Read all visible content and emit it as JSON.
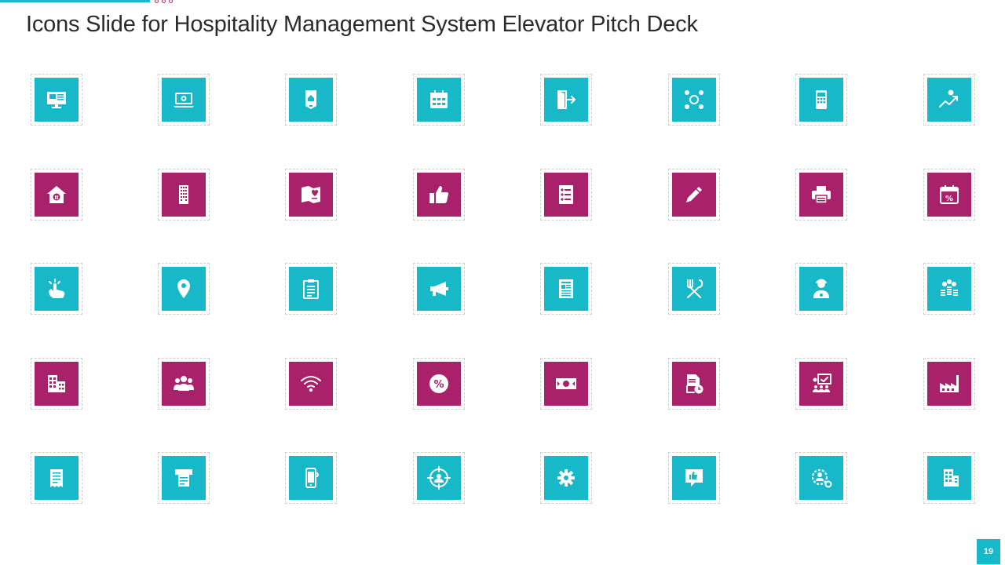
{
  "slide": {
    "title": "Icons Slide for Hospitality Management System Elevator Pitch Deck",
    "page_number": "19"
  },
  "colors": {
    "teal": "#17b8c8",
    "magenta": "#a9216a",
    "title_text": "#2b2b2b"
  },
  "icon_rows": [
    {
      "color": "teal",
      "icons": [
        "monitor-icon",
        "laptop-settings-icon",
        "hotel-key-tag-icon",
        "calendar-icon",
        "exit-door-icon",
        "network-nodes-icon",
        "payment-terminal-icon",
        "growth-person-icon"
      ]
    },
    {
      "color": "magenta",
      "icons": [
        "home-icon",
        "building-tower-icon",
        "open-book-icon",
        "thumbs-up-icon",
        "checklist-icon",
        "pencil-icon",
        "printer-icon",
        "discount-calendar-icon"
      ]
    },
    {
      "color": "teal",
      "icons": [
        "tap-gesture-icon",
        "location-pin-icon",
        "clipboard-icon",
        "megaphone-icon",
        "document-icon",
        "fork-spoon-icon",
        "receptionist-icon",
        "coins-icon"
      ]
    },
    {
      "color": "magenta",
      "icons": [
        "office-buildings-icon",
        "team-group-icon",
        "wifi-icon",
        "percent-badge-icon",
        "banknote-icon",
        "document-clock-icon",
        "presentation-board-icon",
        "factory-icon"
      ]
    },
    {
      "color": "teal",
      "icons": [
        "receipt-icon",
        "cash-register-icon",
        "mobile-phone-icon",
        "target-person-icon",
        "gear-icon",
        "feedback-bubble-icon",
        "settings-person-icon",
        "city-building-icon"
      ]
    }
  ]
}
